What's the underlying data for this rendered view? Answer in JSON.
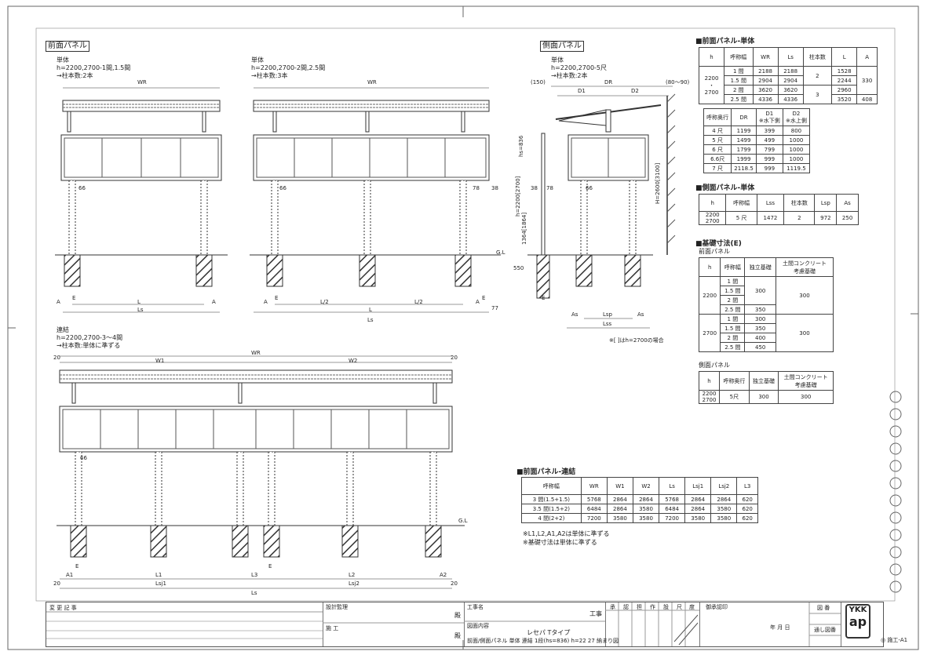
{
  "sections": {
    "front_panel": "前面パネル",
    "side_panel": "側面パネル"
  },
  "front_single_a": {
    "type": "単体",
    "h": "h=2200,2700-1間,1.5間",
    "posts": "→柱本数:2本",
    "dims": {
      "WR": "WR",
      "L": "L",
      "Ls": "Ls",
      "A": "A",
      "E": "E",
      "d66": "66"
    }
  },
  "front_single_b": {
    "type": "単体",
    "h": "h=2200,2700-2間,2.5間",
    "posts": "→柱本数:3本",
    "dims": {
      "WR": "WR",
      "L2a": "L/2",
      "L2b": "L/2",
      "L": "L",
      "Ls": "Ls",
      "A": "A",
      "d66": "66",
      "d78": "78",
      "d38": "38",
      "d77": "77",
      "E": "E",
      "GL": "G.L"
    }
  },
  "side_single": {
    "type": "単体",
    "h": "h=2200,2700-5尺",
    "posts": "→柱本数:2本",
    "dims": {
      "d150": "(150)",
      "DR": "DR",
      "d8090": "(80～90)",
      "D1": "D1",
      "D2": "D2",
      "hs": "hs=836",
      "d38": "38",
      "d78": "78",
      "d66": "66",
      "h1": "h=2200[2700]",
      "h2": "1364[1864]",
      "H": "H=2600[3100]",
      "d550": "550",
      "As": "As",
      "Lsp": "Lsp",
      "Lss": "Lss",
      "E": "E",
      "note": "※[ ]はh=2700の場合"
    }
  },
  "front_linked": {
    "type": "連結",
    "h": "h=2200,2700-3～4間",
    "posts": "→柱本数:単体に準ずる",
    "dims": {
      "d20a": "20",
      "W1": "W1",
      "WR": "WR",
      "W2": "W2",
      "d20b": "20",
      "d66": "66",
      "GL": "G.L",
      "E1": "E",
      "E2": "E",
      "A1": "A1",
      "L1": "L1",
      "L3": "L3",
      "L2": "L2",
      "A2": "A2",
      "Lsj1": "Lsj1",
      "Lsj2": "Lsj2",
      "Ls": "Ls",
      "d20c": "20",
      "d20d": "20"
    }
  },
  "table_front_single": {
    "title": "■前面パネル-単体",
    "headers": [
      "h",
      "呼称幅",
      "WR",
      "Ls",
      "柱本数",
      "L",
      "A"
    ],
    "h_value_a": "2200",
    "h_value_dot": "・",
    "h_value_b": "2700",
    "rows": [
      [
        "1 間",
        "2188",
        "2188",
        "1528"
      ],
      [
        "1.5 間",
        "2904",
        "2904",
        "2244"
      ],
      [
        "2 間",
        "3620",
        "3620",
        "2960"
      ],
      [
        "2.5 間",
        "4336",
        "4336",
        "3520"
      ]
    ],
    "posts": [
      "2",
      "3"
    ],
    "a_values": [
      "330",
      "408"
    ]
  },
  "table_depth": {
    "headers": [
      "呼称奥行",
      "DR",
      "D1\n※水下側",
      "D2\n※水上側"
    ],
    "h1": "呼称奥行",
    "h2": "DR",
    "h3a": "D1",
    "h3b": "※水下側",
    "h4a": "D2",
    "h4b": "※水上側",
    "rows": [
      [
        "4 尺",
        "1199",
        "399",
        "800"
      ],
      [
        "5 尺",
        "1499",
        "499",
        "1000"
      ],
      [
        "6 尺",
        "1799",
        "799",
        "1000"
      ],
      [
        "6.6尺",
        "1999",
        "999",
        "1000"
      ],
      [
        "7 尺",
        "2118.5",
        "999",
        "1119.5"
      ]
    ]
  },
  "table_side_single": {
    "title": "■側面パネル-単体",
    "headers": [
      "h",
      "呼称幅",
      "Lss",
      "柱本数",
      "Lsp",
      "As"
    ],
    "h_a": "2200",
    "h_b": "2700",
    "row": [
      "5 尺",
      "1472",
      "2",
      "972",
      "250"
    ]
  },
  "table_foundation": {
    "title": "■基礎寸法(E)",
    "front_label": "前面パネル",
    "headers": [
      "h",
      "呼称幅",
      "独立基礎",
      "土間コンクリート\n考慮基礎"
    ],
    "hdr_h": "h",
    "hdr_w": "呼称幅",
    "hdr_ind": "独立基礎",
    "hdr_soil_a": "土間コンクリート",
    "hdr_soil_b": "考慮基礎",
    "group_2200": {
      "h": "2200",
      "rows": [
        "1 間",
        "1.5 間",
        "2 間",
        "2.5 間"
      ],
      "ind_a": "300",
      "ind_b": "350",
      "soil": "300"
    },
    "group_2700": {
      "h": "2700",
      "rows": [
        "1 間",
        "1.5 間",
        "2 間",
        "2.5 間"
      ],
      "ind": [
        "300",
        "350",
        "400",
        "450"
      ],
      "soil": "300"
    },
    "side_label": "側面パネル",
    "side_headers_h": "h",
    "side_headers_d": "呼称奥行",
    "side_headers_ind": "独立基礎",
    "side_headers_soil_a": "土間コンクリート",
    "side_headers_soil_b": "考慮基礎",
    "side_h_a": "2200",
    "side_h_b": "2700",
    "side_d": "5尺",
    "side_ind": "300",
    "side_soil": "300"
  },
  "table_front_linked": {
    "title": "■前面パネル-連結",
    "headers": [
      "呼称幅",
      "WR",
      "W1",
      "W2",
      "Ls",
      "Lsj1",
      "Lsj2",
      "L3"
    ],
    "rows": [
      [
        "3 間(1.5+1.5)",
        "5768",
        "2864",
        "2864",
        "5768",
        "2864",
        "2864",
        "620"
      ],
      [
        "3.5 間(1.5+2)",
        "6484",
        "2864",
        "3580",
        "6484",
        "2864",
        "3580",
        "620"
      ],
      [
        "4 間(2+2)",
        "7200",
        "3580",
        "3580",
        "7200",
        "3580",
        "3580",
        "620"
      ]
    ],
    "note1": "※L1,L2,A1,A2は単体に準ずる",
    "note2": "※基礎寸法は単体に準ずる"
  },
  "title_block": {
    "change_log": "変 更 記 事",
    "design_manager": "設計監理",
    "dono1": "殿",
    "construction": "施 工",
    "dono2": "殿",
    "project_name_label": "工事名",
    "project_suffix": "工事",
    "drawing_content_label": "図面内容",
    "drawing_line1": "レセパ Tタイプ",
    "drawing_line2": "前面/側面パネル 単体 連結 1段(hs=836) h=22 27 納まり図",
    "stamps": [
      "承",
      "認",
      "担",
      "作",
      "設",
      "尺",
      "度"
    ],
    "approval_label": "御承認印",
    "date_label": "年   月   日",
    "drawing_no_label": "図 番",
    "page_label": "通し図番",
    "logo_a": "YKK",
    "logo_b": "ap",
    "sheet": "◎ 施工-A1"
  }
}
